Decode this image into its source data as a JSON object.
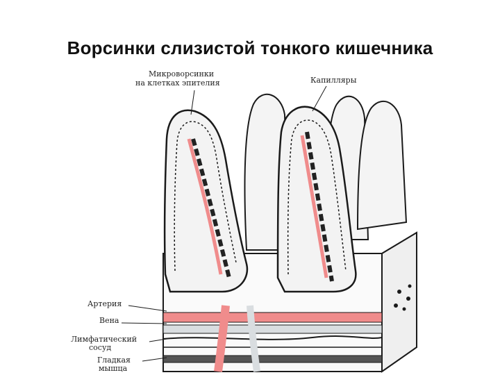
{
  "title": "Ворсинки слизистой тонкого кишечника",
  "labels": {
    "microvilli_line1": "Микроворсинки",
    "microvilli_line2": "на клетках эпителия",
    "capillaries": "Капилляры",
    "artery": "Артерия",
    "vein": "Вена",
    "lymph_line1": "Лимфатический",
    "lymph_line2": "сосуд",
    "muscle_line1": "Гладкая",
    "muscle_line2": "мышца"
  },
  "colors": {
    "artery": "#f08c8c",
    "vein": "#d9dde0",
    "outline": "#1a1a1a",
    "tissue": "#f7f7f7"
  }
}
